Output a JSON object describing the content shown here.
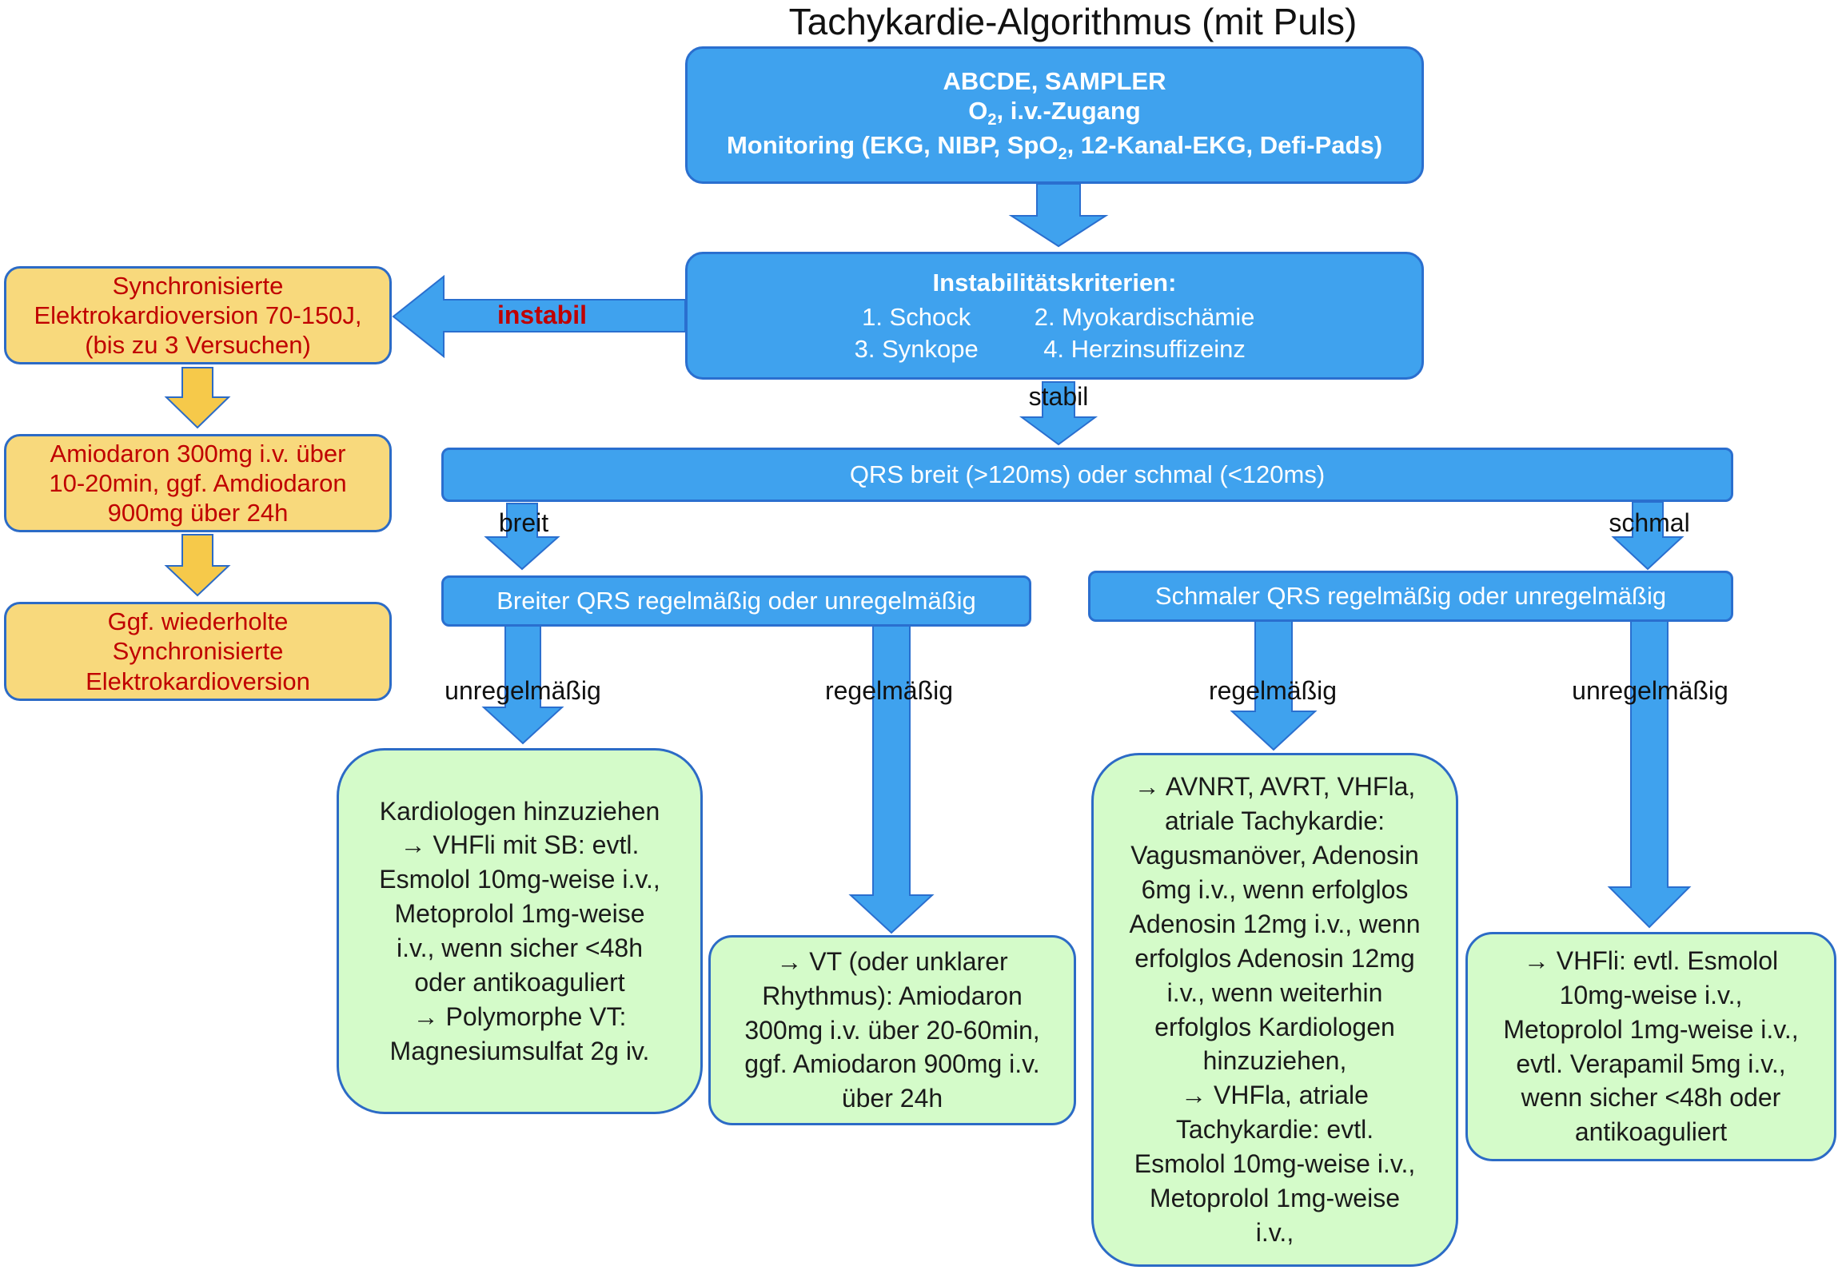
{
  "title": "Tachykardie-Algorithmus (mit Puls)",
  "colors": {
    "blue_fill": "#3fa2ee",
    "blue_border": "#2a6fcf",
    "yellow_fill": "#f8d97c",
    "yellow_arrow": "#f6c94a",
    "red_text": "#c00000",
    "green_fill": "#d4fbc9"
  },
  "top_box": {
    "line1": "ABCDE, SAMPLER",
    "line2_o": "O",
    "line2_sub": "2",
    "line2_rest": ", i.v.-Zugang",
    "line3_a": "Monitoring (EKG, NIBP, SpO",
    "line3_sub": "2",
    "line3_b": ", 12-Kanal-EKG, Defi-Pads)"
  },
  "instability_box": {
    "heading": "Instabilitätskriterien:",
    "criteria": [
      "1. Schock",
      "2. Myokardischämie",
      "3. Synkope",
      "4. Herzinsuffizeinz"
    ]
  },
  "labels": {
    "instabil": "instabil",
    "stabil": "stabil",
    "breit": "breit",
    "schmal": "schmal",
    "wide_irregular": "unregelmäßig",
    "wide_regular": "regelmäßig",
    "narrow_regular": "regelmäßig",
    "narrow_irregular": "unregelmäßig"
  },
  "qrs_bar": "QRS breit (>120ms) oder schmal (<120ms)",
  "wide_bar": "Breiter QRS regelmäßig oder unregelmäßig",
  "narrow_bar": "Schmaler QRS regelmäßig oder unregelmäßig",
  "unstable_steps": [
    [
      "Synchronisierte",
      "Elektrokardioversion 70-150J,",
      "(bis zu 3 Versuchen)"
    ],
    [
      "Amiodaron 300mg i.v. über",
      "10-20min, ggf. Amdiodaron",
      "900mg über 24h"
    ],
    [
      "Ggf. wiederholte",
      "Synchronisierte",
      "Elektrokardioversion"
    ]
  ],
  "treatments": {
    "wide_irregular": [
      "Kardiologen hinzuziehen",
      "→ VHFli mit SB: evtl.",
      "Esmolol 10mg-weise i.v.,",
      "Metoprolol 1mg-weise",
      "i.v., wenn sicher <48h",
      "oder antikoaguliert",
      "→ Polymorphe VT:",
      "Magnesiumsulfat 2g iv."
    ],
    "wide_regular": [
      "→ VT (oder unklarer",
      "Rhythmus): Amiodaron",
      "300mg i.v. über 20-60min,",
      "ggf. Amiodaron 900mg i.v.",
      "über 24h"
    ],
    "narrow_regular": [
      "→ AVNRT, AVRT, VHFla,",
      "atriale Tachykardie:",
      "Vagusmanöver, Adenosin",
      "6mg i.v., wenn erfolglos",
      "Adenosin 12mg i.v., wenn",
      "erfolglos Adenosin 12mg",
      "i.v., wenn weiterhin",
      "erfolglos Kardiologen",
      "hinzuziehen,",
      "→ VHFla, atriale",
      "Tachykardie: evtl.",
      "Esmolol 10mg-weise i.v.,",
      "Metoprolol 1mg-weise",
      "i.v.,"
    ],
    "narrow_irregular": [
      "→ VHFli: evtl. Esmolol",
      "10mg-weise i.v.,",
      "Metoprolol 1mg-weise i.v.,",
      "evtl. Verapamil 5mg i.v.,",
      "wenn sicher <48h oder",
      "antikoaguliert"
    ]
  }
}
